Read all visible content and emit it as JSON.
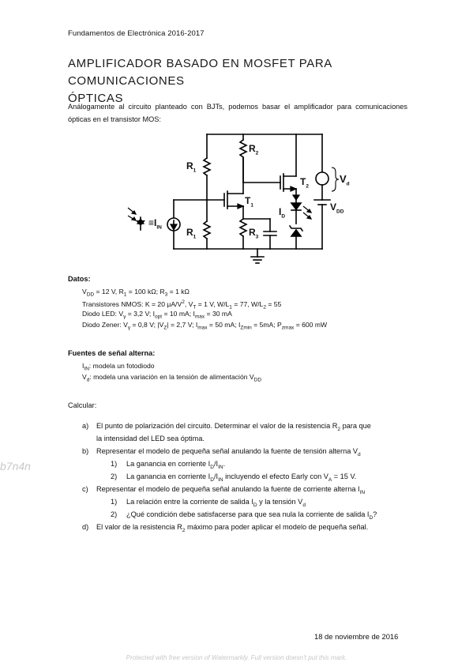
{
  "header": {
    "course": "Fundamentos de Electrónica 2016-2017"
  },
  "title": {
    "line1": "AMPLIFICADOR BASADO EN MOSFET PARA COMUNICACIONES",
    "line2": "ÓPTICAS"
  },
  "intro": "Análogamente al circuito planteado con BJTs, podemos basar el amplificador para comunicaciones ópticas en el transistor MOS:",
  "circuit": {
    "r1_top": "R",
    "r1_top_sub": "1",
    "r1_bot": "R",
    "r1_bot_sub": "1",
    "r2": "R",
    "r2_sub": "2",
    "r3": "R",
    "r3_sub": "3",
    "t1": "T",
    "t1_sub": "1",
    "t2": "T",
    "t2_sub": "2",
    "iin": "≡I",
    "iin_sub": "IN",
    "id": "I",
    "id_sub": "D",
    "vd": "V",
    "vd_sub": "d",
    "vdd": "V",
    "vdd_sub": "DD"
  },
  "datos": {
    "heading": "Datos:",
    "l1": {
      "a": "V",
      "a_sub": "DD",
      "b": " = 12 V, R",
      "b_sub": "1",
      "c": " = 100 kΩ; R",
      "c_sub": "3",
      "d": " = 1 kΩ"
    },
    "l2": {
      "a": "Transistores NMOS: K = 20 μA/V",
      "a_sup": "2",
      "b": ", V",
      "b_sub": "T",
      "c": " = 1 V, W/L",
      "c_sub": "1",
      "d": " = 77, W/L",
      "d_sub": "2",
      "e": " = 55"
    },
    "l3": {
      "a": "Diodo LED: V",
      "a_sub": "γ",
      "b": " = 3,2 V; I",
      "b_sub": "opt",
      "c": " = 10 mA; I",
      "c_sub": "max",
      "d": " = 30 mA"
    },
    "l4": {
      "a": "Diodo Zener: V",
      "a_sub": "γ",
      "b": " = 0,8 V; |V",
      "b_sub": "Z",
      "c": "| = 2,7 V; I",
      "c_sub": "max",
      "d": " = 50 mA; I",
      "d_sub": "Zmin",
      "e": " = 5mA; P",
      "e_sub": "zmax",
      "f": " = 600 mW"
    }
  },
  "fuentes": {
    "heading": "Fuentes de señal alterna:",
    "l1": {
      "a": "I",
      "a_sub": "IN",
      "b": ": modela un fotodiodo"
    },
    "l2": {
      "a": "V",
      "a_sub": "d",
      "b": ": modela una variación en la tensión de alimentación V",
      "b_sub": "DD"
    }
  },
  "calcular": {
    "heading": "Calcular:",
    "a_mark": "a)",
    "a1": {
      "a": "El punto de polarización del circuito. Determinar el valor de la resistencia R",
      "a_sub": "2",
      "b": " para que"
    },
    "a2": "la intensidad del LED sea óptima.",
    "b_mark": "b)",
    "b": {
      "a": "Representar el modelo de pequeña señal anulando la fuente de tensión alterna V",
      "a_sub": "d"
    },
    "b1_mark": "1)",
    "b1": {
      "a": "La ganancia en corriente I",
      "a_sub": "D",
      "b": "/I",
      "b_sub": "IN",
      "c": "."
    },
    "b2_mark": "2)",
    "b2": {
      "a": "La ganancia en corriente I",
      "a_sub": "D",
      "b": "/I",
      "b_sub": "IN",
      "c": " incluyendo el efecto Early con V",
      "c_sub": "A",
      "d": " = 15 V."
    },
    "c_mark": "c)",
    "c": {
      "a": "Representar el modelo de pequeña señal anulando la fuente de corriente alterna I",
      "a_sub": "IN"
    },
    "c1_mark": "1)",
    "c1": {
      "a": "La relación entre la corriente de salida I",
      "a_sub": "D",
      "b": " y la tensión V",
      "b_sub": "d"
    },
    "c2_mark": "2)",
    "c2": {
      "a": "¿Qué condición debe satisfacerse para que sea nula la corriente de salida I",
      "a_sub": "D",
      "b": "?"
    },
    "d_mark": "d)",
    "d": {
      "a": "El valor de la resistencia R",
      "a_sub": "2",
      "b": " máximo para poder aplicar el modelo de pequeña señal."
    }
  },
  "footer": {
    "date": "18 de noviembre de 2016"
  },
  "watermarks": {
    "side": "b7n4n",
    "foot": "Protected with free version of Watermarkly. Full version doesn't put this mark."
  }
}
